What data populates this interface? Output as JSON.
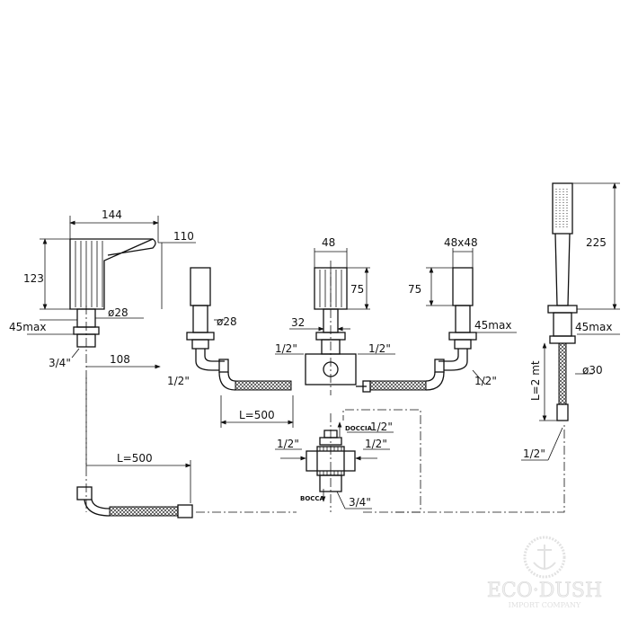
{
  "spout": {
    "width": "144",
    "height": "123",
    "reach": "110",
    "thread_diam": "ø28",
    "max_thickness": "45max",
    "connection": "3/4\"",
    "depth": "108"
  },
  "mixer": {
    "width": "48",
    "height": "75",
    "diam": "ø28",
    "spacing": "32",
    "inlet_left": "1/2\"",
    "inlet_right": "1/2\""
  },
  "handles": {
    "size": "48x48",
    "height": "75",
    "max_thickness": "45max",
    "left_connection": "1/2\"",
    "right_connection": "1/2\""
  },
  "hoses": {
    "upper_length": "L=500",
    "lower_length": "L=500"
  },
  "shower": {
    "height": "225",
    "max_thickness": "45max",
    "hose_length": "L=2 mt",
    "diam": "ø30",
    "connection": "1/2\""
  },
  "diverter": {
    "doccia_label": "DOCCIA",
    "doccia_size": "1/2\"",
    "inlet_left": "1/2\"",
    "inlet_right": "1/2\"",
    "bocca_label": "BOCCA",
    "bocca_size": "3/4\""
  },
  "watermark": {
    "brand": "ECO·DUSH",
    "tagline": "IMPORT COMPANY"
  }
}
